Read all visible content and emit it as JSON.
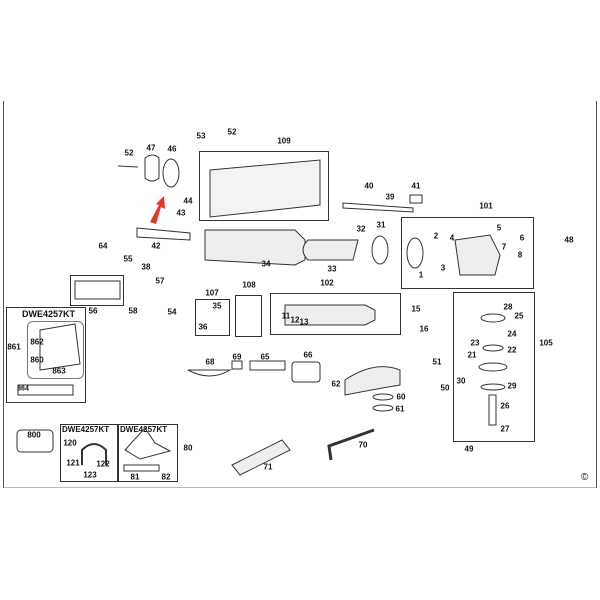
{
  "title": "DWE4257KT exploded parts diagram",
  "kit_label": "DWE4257KT",
  "copyright": "©",
  "accent_arrow_color": "#e8332a",
  "labels": [
    "52",
    "47",
    "46",
    "53",
    "52",
    "109",
    "44",
    "43",
    "42",
    "34",
    "40",
    "39",
    "41",
    "101",
    "32",
    "31",
    "33",
    "2",
    "4",
    "1",
    "3",
    "5",
    "6",
    "7",
    "8",
    "48",
    "64",
    "55",
    "38",
    "57",
    "56",
    "58",
    "107",
    "35",
    "36",
    "54",
    "108",
    "102",
    "11",
    "12",
    "13",
    "15",
    "16",
    "105",
    "28",
    "25",
    "24",
    "23",
    "22",
    "21",
    "30",
    "29",
    "26",
    "27",
    "49",
    "68",
    "69",
    "65",
    "66",
    "62",
    "60",
    "61",
    "51",
    "50",
    "70",
    "71",
    "800",
    "861",
    "862",
    "860",
    "863",
    "864",
    "120",
    "121",
    "122",
    "123",
    "81",
    "82",
    "80"
  ]
}
